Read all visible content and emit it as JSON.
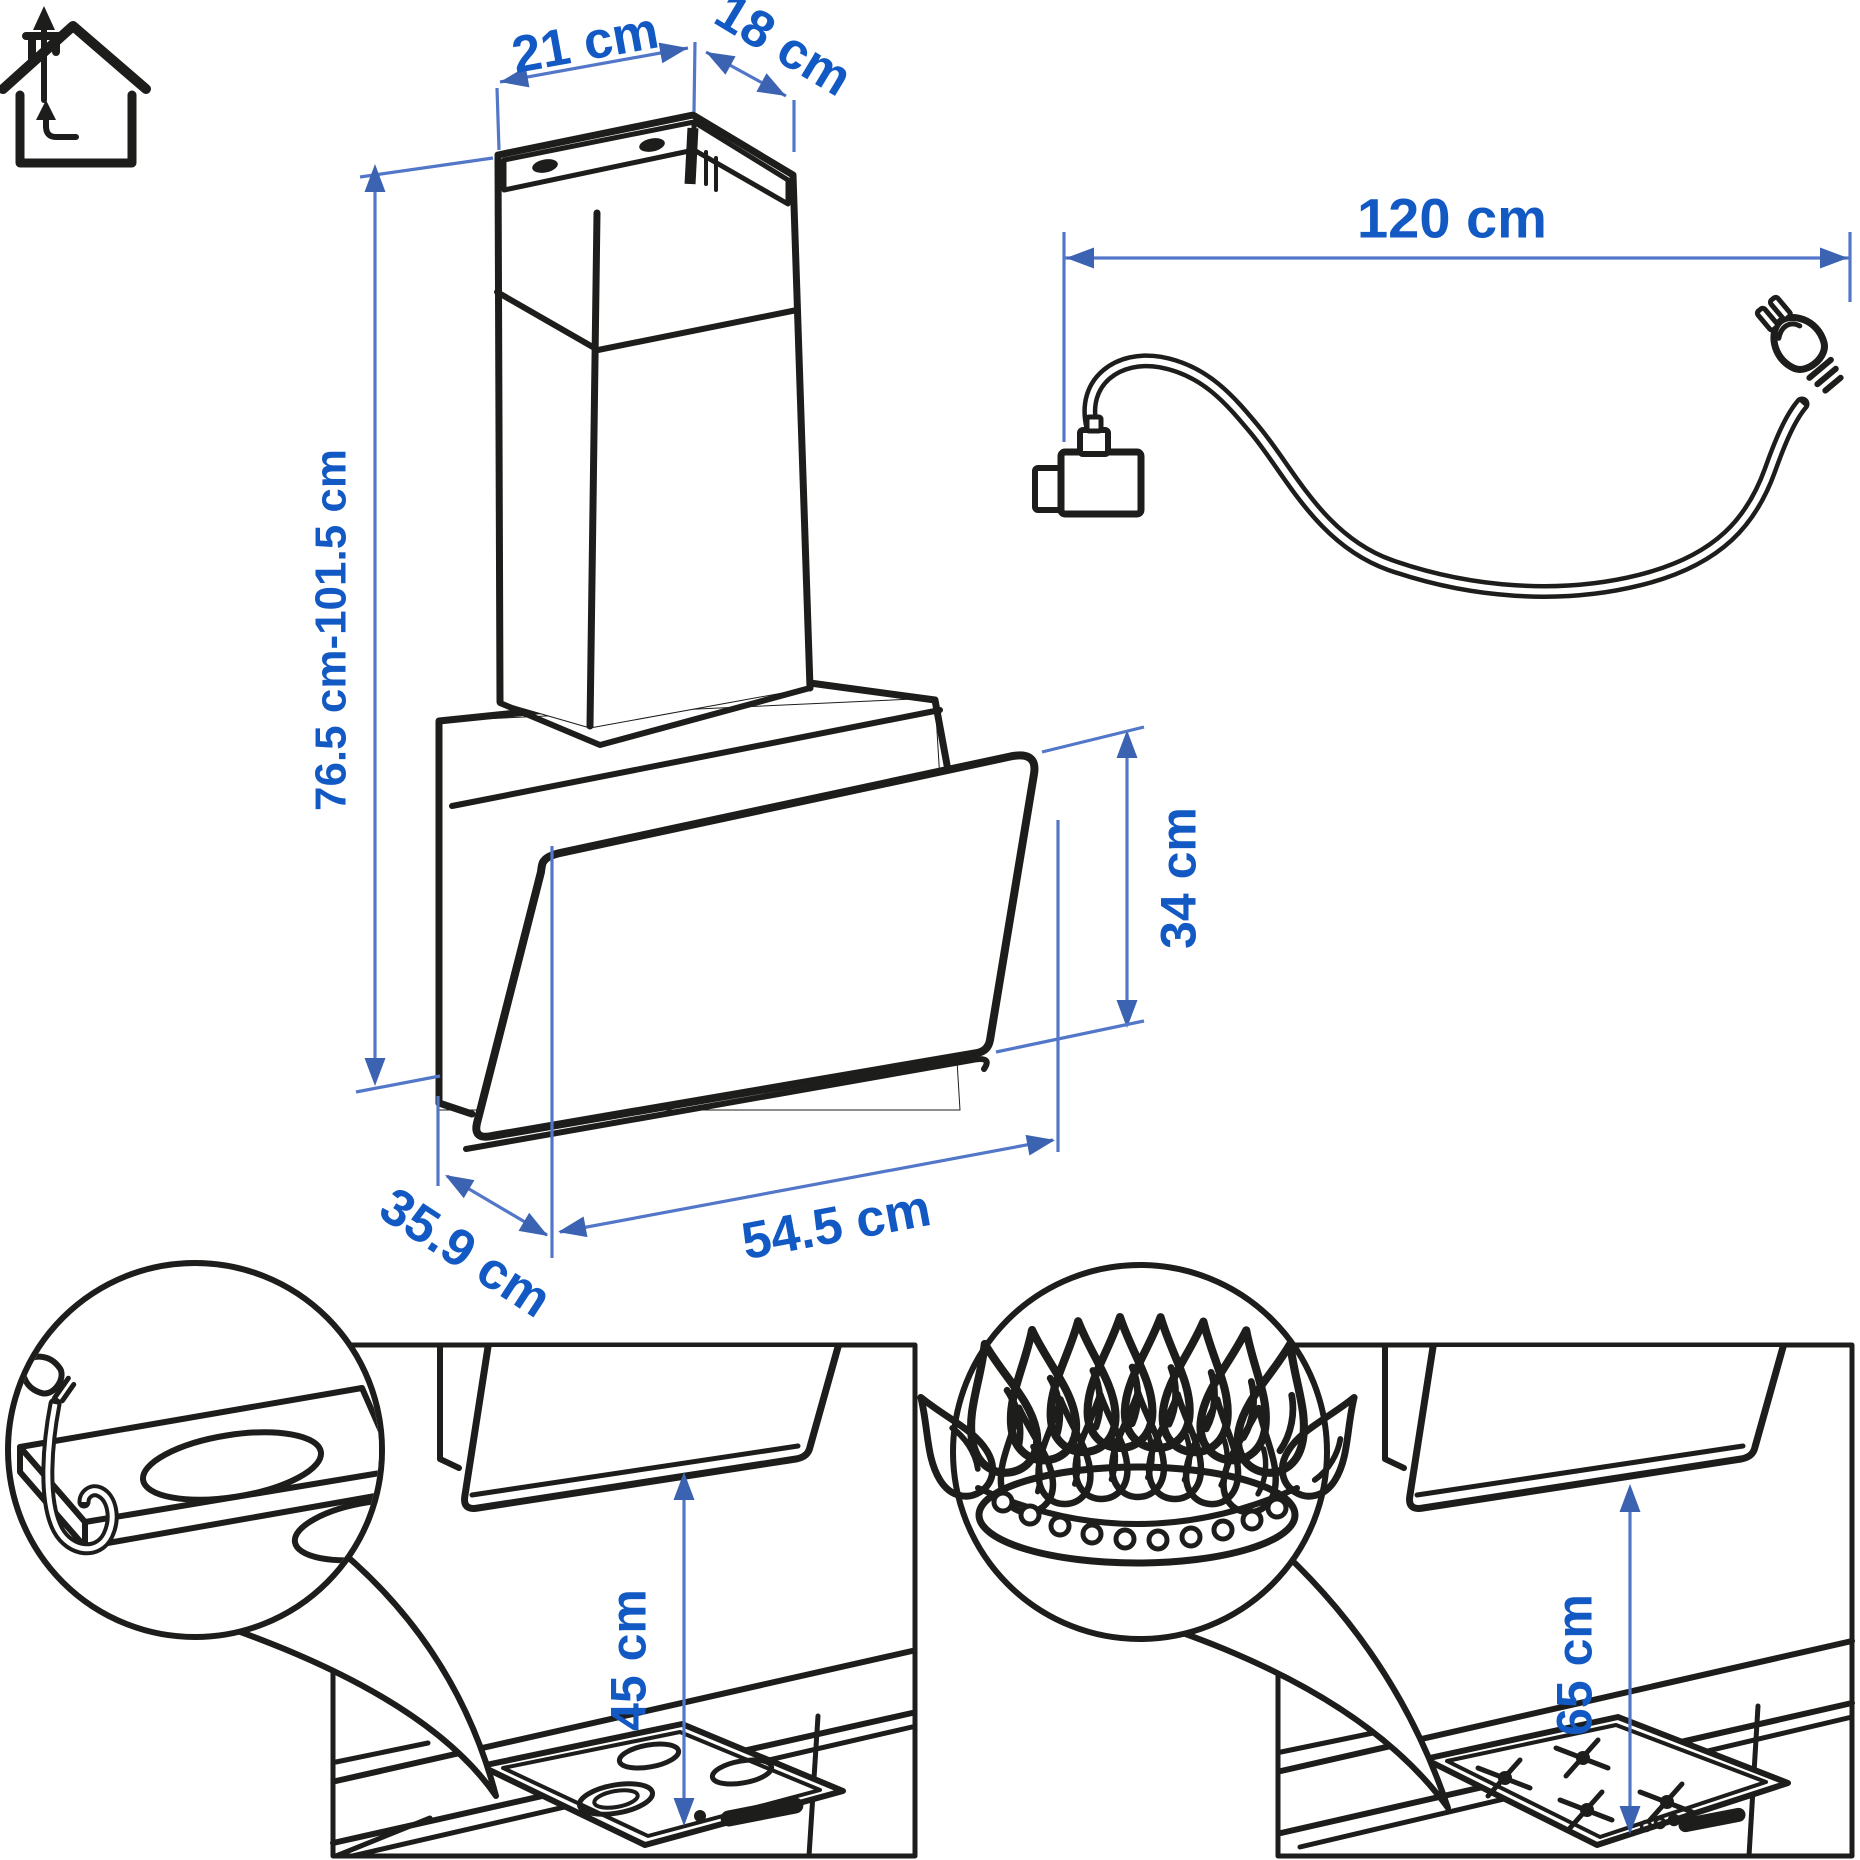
{
  "diagram": {
    "hood": {
      "chimney_width_label": "21 cm",
      "chimney_depth_label": "18 cm",
      "height_range_label": "76.5 cm-101.5 cm",
      "glass_panel_height_label": "34 cm",
      "depth_label": "35.9 cm",
      "width_label": "54.5 cm"
    },
    "power_cord": {
      "length_label": "120 cm"
    },
    "clearance": {
      "electric_hob_label": "45 cm",
      "gas_hob_label": "65 cm"
    },
    "icons": {
      "house_vent": "house-extraction-vent-icon",
      "power_plug": "schuko-plug-icon",
      "gas_flames": "gas-burner-flames-icon",
      "worktop_plug": "worktop-plug-icon"
    }
  },
  "colors": {
    "line_art": "#1d1d1b",
    "dimension_line": "#5377c8",
    "arrowhead": "#3b63b2",
    "dimension_text": "#1259c4",
    "background": "#ffffff"
  }
}
